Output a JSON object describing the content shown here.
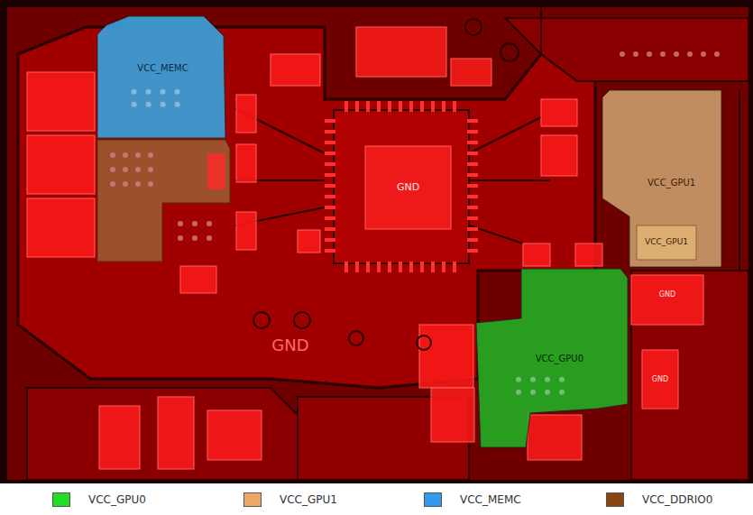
{
  "diagram": {
    "nodes": [
      {
        "text": [
          "VCC_MEMC"
        ]
      },
      {
        "text": [
          "GND"
        ]
      },
      {
        "text": [
          "VCC_GPU1"
        ]
      },
      {
        "text": [
          "VCC_GPU1"
        ],
        "in": 2
      },
      {
        "text": [
          "VCC_GPU0"
        ]
      }
    ],
    "labels": [
      "GND",
      "GND",
      "GND"
    ],
    "legend": [
      {
        "text": "VCC_GPU0",
        "color": "#22dd22"
      },
      {
        "text": "VCC_GPU1",
        "color": "#f0a868"
      },
      {
        "text": "VCC_MEMC",
        "color": "#3399ee"
      },
      {
        "text": "VCC_DDRIO0",
        "color": "#8b4510"
      }
    ]
  }
}
